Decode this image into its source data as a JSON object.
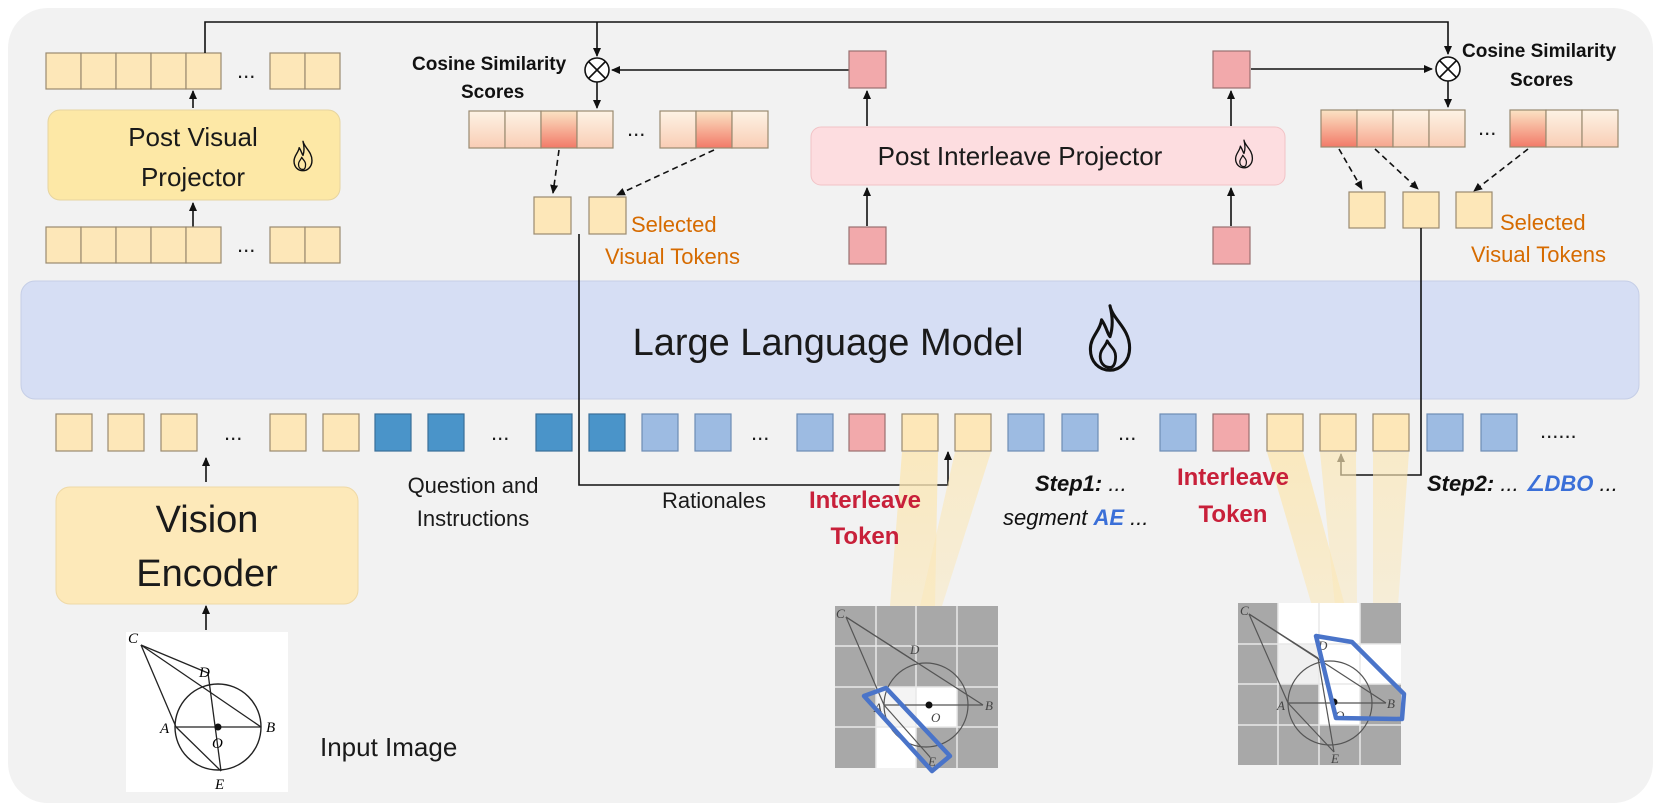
{
  "labels": {
    "post_visual_projector_line1": "Post Visual",
    "post_visual_projector_line2": "Projector",
    "cosine_left_line1": "Cosine Similarity",
    "cosine_left_line2": "Scores",
    "cosine_right_line1": "Cosine Similarity",
    "cosine_right_line2": "Scores",
    "post_interleave_projector": "Post Interleave Projector",
    "selected_left_line1": "Selected",
    "selected_left_line2": "Visual Tokens",
    "selected_right_line1": "Selected",
    "selected_right_line2": "Visual Tokens",
    "llm": "Large Language Model",
    "vision_encoder_line1": "Vision",
    "vision_encoder_line2": "Encoder",
    "question_line1": "Question and",
    "question_line2": "Instructions",
    "rationales": "Rationales",
    "interleave_left_line1": "Interleave",
    "interleave_left_line2": "Token",
    "interleave_right_line1": "Interleave",
    "interleave_right_line2": "Token",
    "step1_bold": "Step1:",
    "step1_dots": " ...",
    "step1_segment": "segment ",
    "step1_ae": "AE",
    "step1_tail": " ...",
    "step2_bold": "Step2:",
    "step2_dots": " ... ",
    "step2_dbo": "∠DBO",
    "step2_tail": " ...",
    "input_image": "Input Image",
    "ellipsis": "...",
    "ellipsis_long": "......"
  },
  "geometry_letters": {
    "C": "C",
    "D": "D",
    "A": "A",
    "O": "O",
    "B": "B",
    "E": "E"
  },
  "colors": {
    "background": "#f2f2f2",
    "token_yellow": "#fde7b8",
    "token_pink": "#f2a9ab",
    "token_darkblue": "#4a94c9",
    "token_lightblue": "#9dbbe2",
    "llm_fill": "#d6def4",
    "vision_encoder_fill": "#fde9b9",
    "post_visual_fill": "#fde8a6",
    "post_interleave_fill": "#fddde0",
    "highlight_box": "#4a74c9",
    "interleave_red": "#c8203a",
    "selected_orange": "#d66b00"
  },
  "icons": [
    "flame-icon",
    "multiply-circle-icon",
    "arrow-icon"
  ]
}
